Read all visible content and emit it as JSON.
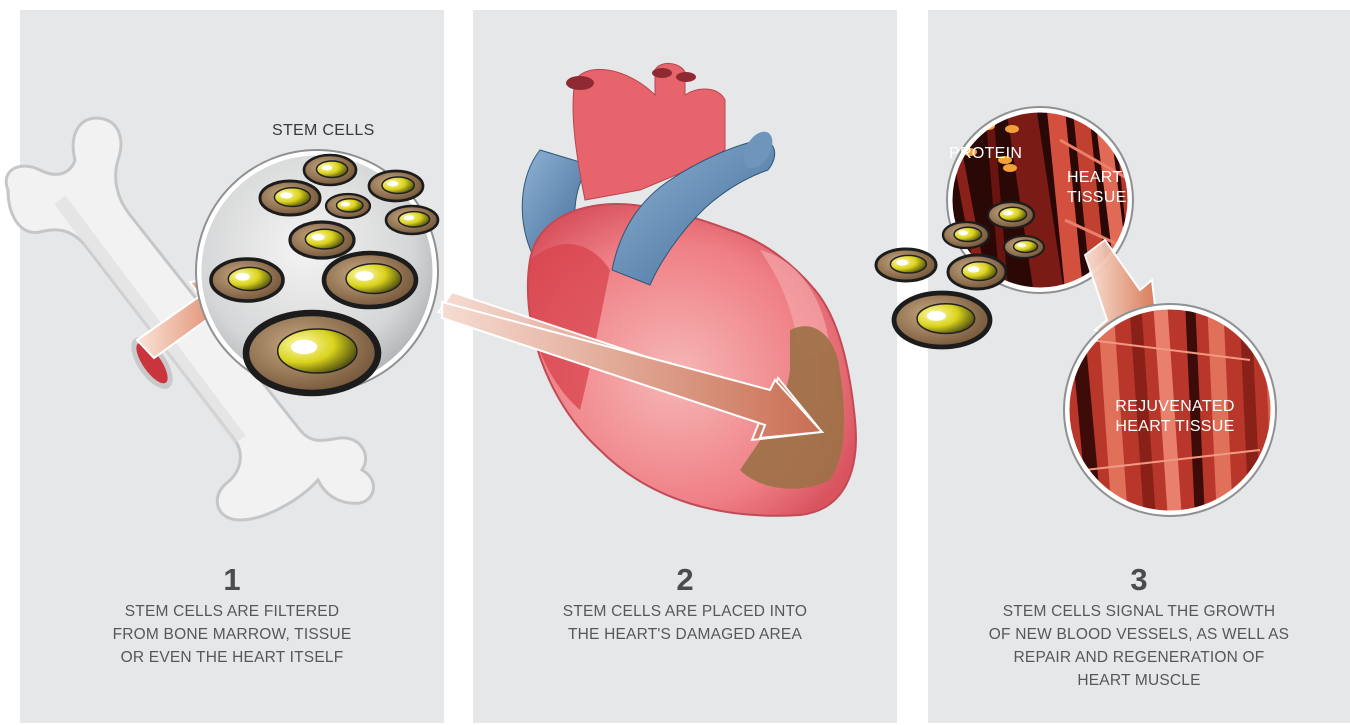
{
  "panels": [
    {
      "number": "1",
      "lines": [
        "STEM CELLS ARE FILTERED",
        "FROM BONE MARROW, TISSUE",
        "OR EVEN THE HEART ITSELF"
      ]
    },
    {
      "number": "2",
      "lines": [
        "STEM CELLS ARE PLACED INTO",
        "THE HEART'S DAMAGED AREA"
      ]
    },
    {
      "number": "3",
      "lines": [
        "STEM CELLS SIGNAL THE GROWTH",
        "OF NEW BLOOD VESSELS, AS WELL AS",
        "REPAIR AND REGENERATION OF",
        "HEART MUSCLE"
      ]
    }
  ],
  "labels": {
    "stem_cells": "STEM CELLS",
    "protein": "PROTEIN",
    "heart_tissue_1": "HEART",
    "heart_tissue_2": "TISSUE",
    "rejuvenated_1": "REJUVENATED",
    "rejuvenated_2": "HEART TISSUE"
  },
  "colors": {
    "panel_bg": "#e6e7e8",
    "caption_text": "#555759",
    "heart_pink": "#f0868e",
    "vessel_blue": "#5c86ad",
    "arrow_orange": "#e8906f",
    "cell_yellow": "#d9d21c",
    "tissue_red": "#b83a2e"
  }
}
